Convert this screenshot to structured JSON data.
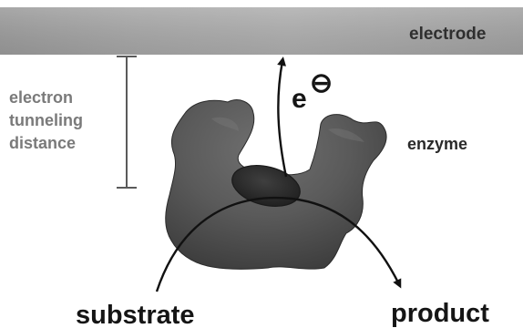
{
  "diagram": {
    "electrode_label": "electrode",
    "distance_label_lines": [
      "electron",
      "tunneling",
      "distance"
    ],
    "electron_label": "e",
    "electron_charge_symbol": "⊖",
    "enzyme_label": "enzyme",
    "substrate_label": "substrate",
    "product_label": "product"
  }
}
